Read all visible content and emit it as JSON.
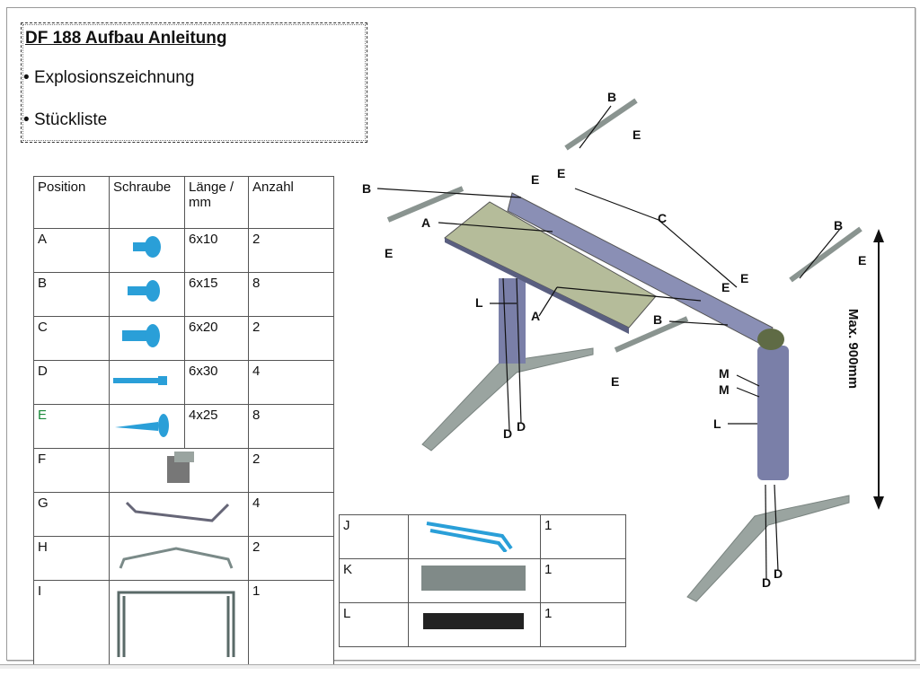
{
  "title": "DF 188 Aufbau Anleitung",
  "bullets": [
    "Explosionszeichnung",
    "Stückliste"
  ],
  "parts_table": {
    "headers": [
      "Position",
      "Schraube",
      "Länge / mm",
      "Anzahl"
    ],
    "rows": [
      {
        "pos": "A",
        "len": "6x10",
        "qty": "2"
      },
      {
        "pos": "B",
        "len": "6x15",
        "qty": "8"
      },
      {
        "pos": "C",
        "len": "6x20",
        "qty": "2"
      },
      {
        "pos": "D",
        "len": "6x30",
        "qty": "4"
      },
      {
        "pos": "E",
        "len": "4x25",
        "qty": "8"
      },
      {
        "pos": "F",
        "len": "",
        "qty": "2"
      },
      {
        "pos": "G",
        "len": "",
        "qty": "4"
      },
      {
        "pos": "H",
        "len": "",
        "qty": "2"
      },
      {
        "pos": "I",
        "len": "",
        "qty": "1"
      }
    ]
  },
  "parts_table2": {
    "rows": [
      {
        "pos": "J",
        "qty": "1"
      },
      {
        "pos": "K",
        "qty": "1"
      },
      {
        "pos": "L",
        "qty": "1"
      }
    ]
  },
  "diagram": {
    "labels": [
      "B",
      "E",
      "B",
      "E",
      "E",
      "C",
      "A",
      "E",
      "B",
      "E",
      "E",
      "E",
      "L",
      "A",
      "B",
      "E",
      "M",
      "M",
      "L",
      "D",
      "D",
      "D",
      "D"
    ],
    "max_height": "Max. 900mm"
  },
  "colors": {
    "screw": "#2a9fd8",
    "metal": "#9aa4a0",
    "beam": "#7a7fa8"
  }
}
